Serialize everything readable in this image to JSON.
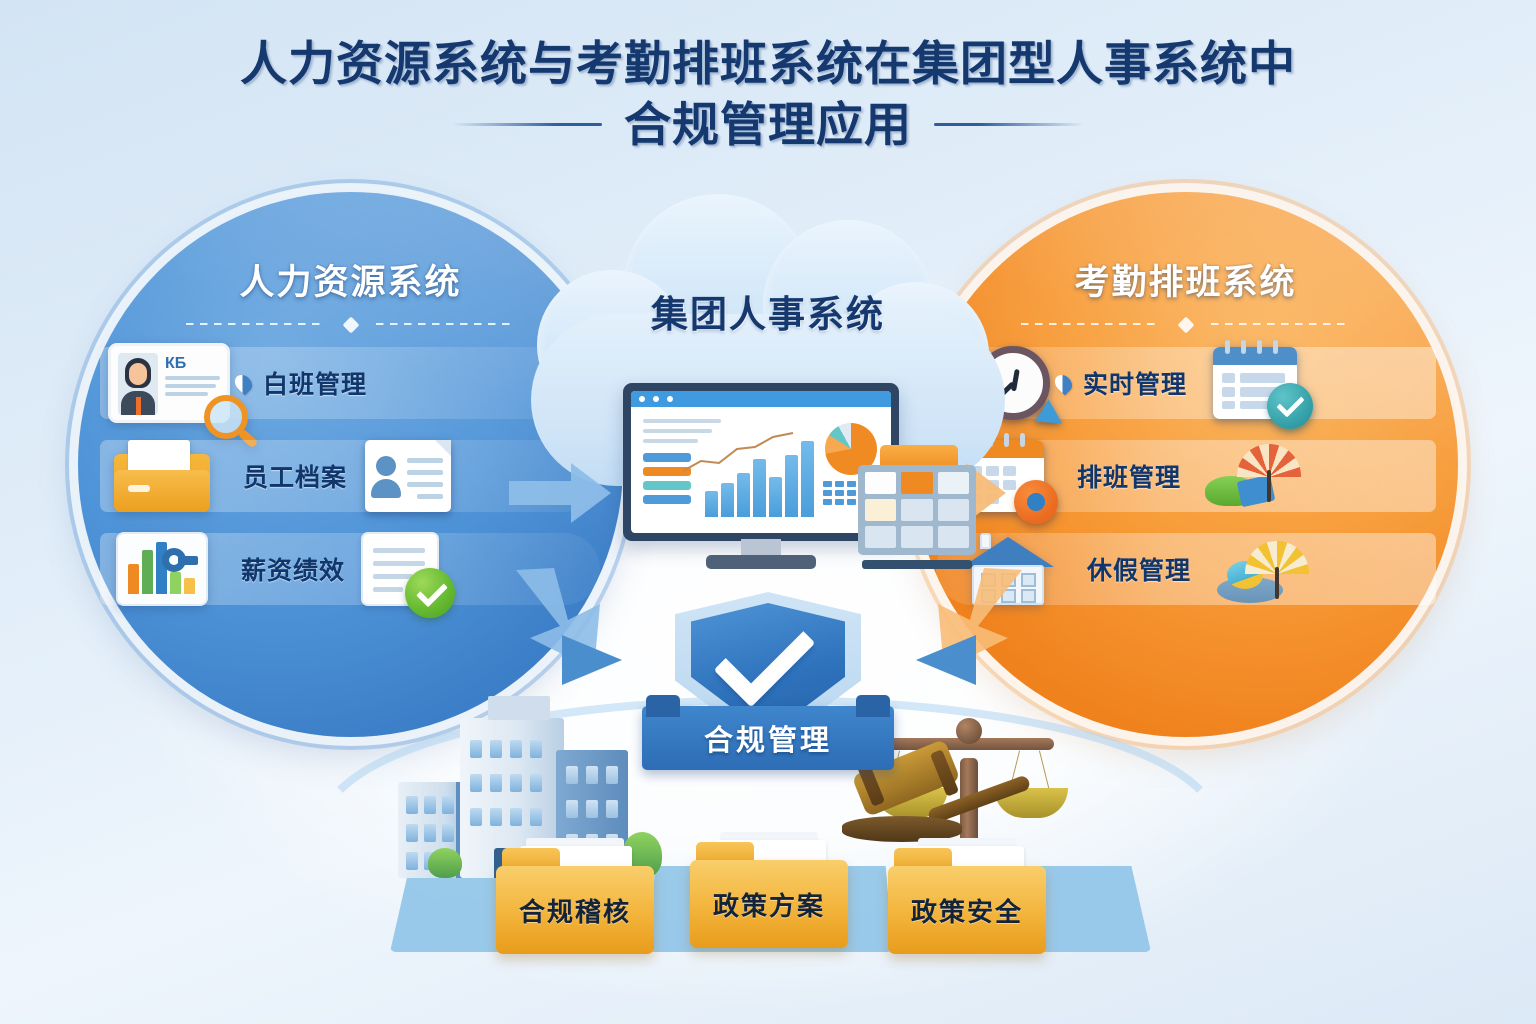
{
  "title": {
    "line1": "人力资源系统与考勤排班系统在集团型人事系统中",
    "line2": "合规管理应用"
  },
  "center": {
    "cloud_label": "集团人事系统",
    "monitor_icon": "dashboard-monitor-icon",
    "calculator_icon": "calculator-icon"
  },
  "left_panel": {
    "title": "人力资源系统",
    "accent_color": "#3d80c9",
    "items": [
      {
        "label": "白班管理",
        "icon_left": "id-card-icon",
        "icon_right": "magnifier-icon"
      },
      {
        "label": "员工档案",
        "icon_left": "folder-icon",
        "icon_right": "contact-document-icon"
      },
      {
        "label": "薪资绩效",
        "icon_left": "bar-chart-key-icon",
        "icon_right": "approval-check-icon"
      }
    ]
  },
  "right_panel": {
    "title": "考勤排班系统",
    "accent_color": "#f0821d",
    "items": [
      {
        "label": "实时管理",
        "icon_left": "clock-cursor-icon",
        "icon_right": "calendar-check-icon"
      },
      {
        "label": "排班管理",
        "icon_left": "calendar-gear-icon",
        "icon_right": "leisure-umbrella-icon"
      },
      {
        "label": "休假管理",
        "icon_left": "house-icon",
        "icon_right": "beach-umbrella-icon"
      }
    ]
  },
  "shield": {
    "label": "合规管理",
    "icon": "shield-check-icon",
    "color": "#2f73bd"
  },
  "bottom": {
    "folders": [
      {
        "label": "合规稽核",
        "icon": "folder-icon"
      },
      {
        "label": "政策方案",
        "icon": "folder-icon"
      },
      {
        "label": "政策安全",
        "icon": "folder-icon"
      }
    ],
    "scene_icons": [
      "office-buildings-icon",
      "justice-scales-icon",
      "gavel-icon"
    ]
  },
  "flow": {
    "arrows": [
      {
        "name": "left-to-center-arrow",
        "color": "#7cb4e4",
        "direction": "right"
      },
      {
        "name": "left-to-shield-arrow",
        "color": "#7cb4e4",
        "direction": "down-right"
      },
      {
        "name": "center-to-right-arrow",
        "color": "#f7b76c",
        "direction": "right"
      },
      {
        "name": "right-to-shield-arrow",
        "color": "#f7b76c",
        "direction": "down-left"
      },
      {
        "name": "shield-inflow-left-arrow",
        "color": "#4a8ecd",
        "direction": "right"
      },
      {
        "name": "shield-inflow-right-arrow",
        "color": "#4a8ecd",
        "direction": "left"
      }
    ]
  }
}
